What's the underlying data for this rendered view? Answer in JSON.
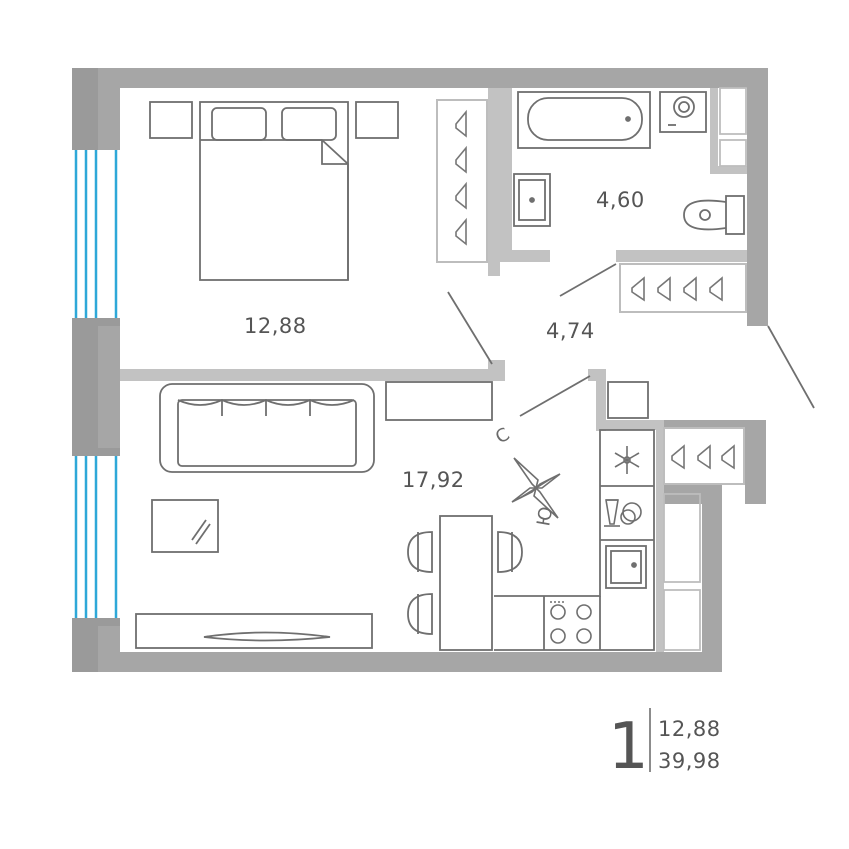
{
  "rooms": {
    "bedroom_area": "12,88",
    "bathroom_area": "4,60",
    "hall_area": "4,74",
    "living_kitchen_area": "17,92"
  },
  "compass": {
    "north": "С",
    "south": "Ю"
  },
  "summary": {
    "room_count": "1",
    "living_area": "12,88",
    "total_area": "39,98"
  },
  "colors": {
    "wall": "#a6a6a6",
    "wall_dark": "#9a9a9a",
    "line": "#6f6f6f",
    "glass": "#2ea8d8",
    "text": "#555555"
  },
  "icons": {
    "bed": "bed-icon",
    "sofa": "sofa-icon",
    "bathtub": "bathtub-icon",
    "toilet": "toilet-icon",
    "washing_machine": "washing-machine-icon",
    "fridge": "snowflake-icon",
    "stove": "stove-icon",
    "sink": "sink-icon",
    "hanger": "hanger-icon",
    "compass": "compass-rose-icon"
  }
}
